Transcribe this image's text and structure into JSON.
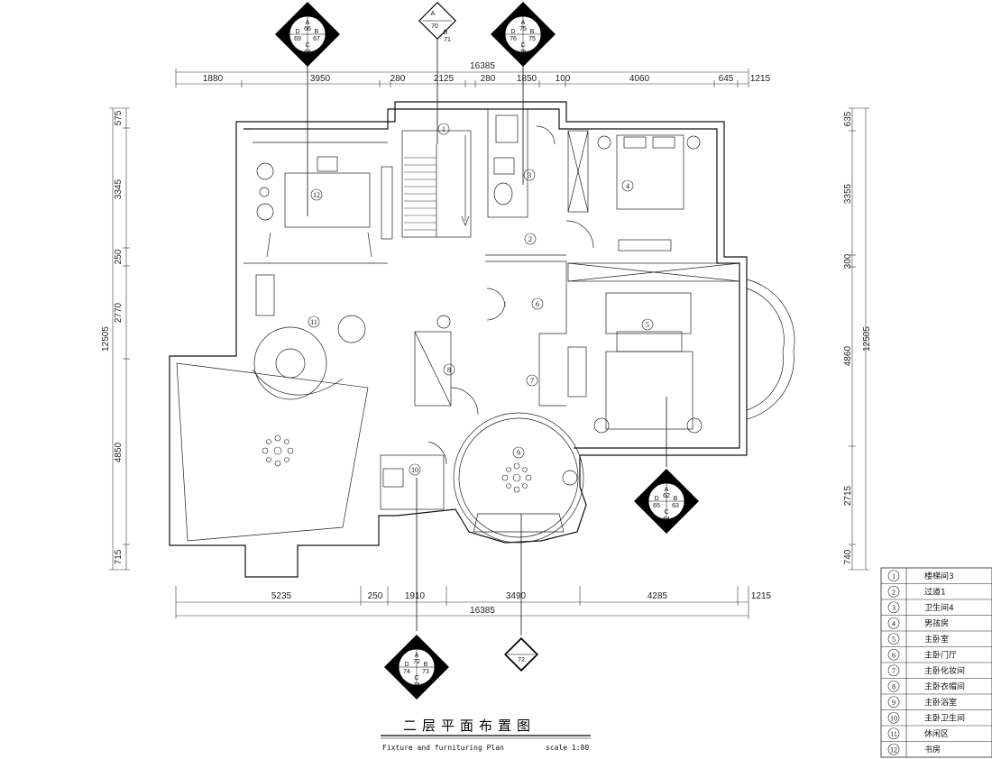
{
  "plan": {
    "title": "二层平面布置图",
    "subtitle": "Fixture and furnituring Plan",
    "scale": "scale 1:80"
  },
  "dims": {
    "top_total": "16385",
    "top": [
      "1880",
      "3950",
      "280",
      "2125",
      "280",
      "1850",
      "100",
      "4060",
      "645",
      "1215"
    ],
    "bottom_total": "16385",
    "bottom": [
      "5235",
      "250",
      "1910",
      "3490",
      "4285",
      "1215"
    ],
    "left_total": "12505",
    "left": [
      "575",
      "3345",
      "250",
      "2770",
      "4850",
      "715"
    ],
    "right_total": "12505",
    "right": [
      "635",
      "3355",
      "300",
      "4860",
      "2715",
      "740"
    ]
  },
  "tags": [
    {
      "A": "66",
      "B": "67",
      "C": "68",
      "D": "69"
    },
    {
      "A": "70",
      "B": "71"
    },
    {
      "A": "75",
      "B": "75",
      "C": "76",
      "D": "76"
    },
    {
      "A": "62",
      "B": "63",
      "C": "64",
      "D": "65"
    },
    {
      "A": "72",
      "B": "73",
      "C": "74",
      "D": "74"
    },
    {
      "A": "",
      "B": "72"
    }
  ],
  "rooms": [
    "1",
    "2",
    "3",
    "4",
    "5",
    "6",
    "7",
    "8",
    "9",
    "10",
    "11",
    "12"
  ],
  "legend": [
    {
      "num": "1",
      "name": "楼梯间3"
    },
    {
      "num": "2",
      "name": "过道1"
    },
    {
      "num": "3",
      "name": "卫生间4"
    },
    {
      "num": "4",
      "name": "男孩房"
    },
    {
      "num": "5",
      "name": "主卧室"
    },
    {
      "num": "6",
      "name": "主卧门厅"
    },
    {
      "num": "7",
      "name": "主卧化妆间"
    },
    {
      "num": "8",
      "name": "主卧衣帽间"
    },
    {
      "num": "9",
      "name": "主卧浴室"
    },
    {
      "num": "10",
      "name": "主卧卫生间"
    },
    {
      "num": "11",
      "name": "休闲区"
    },
    {
      "num": "12",
      "name": "书房"
    }
  ]
}
